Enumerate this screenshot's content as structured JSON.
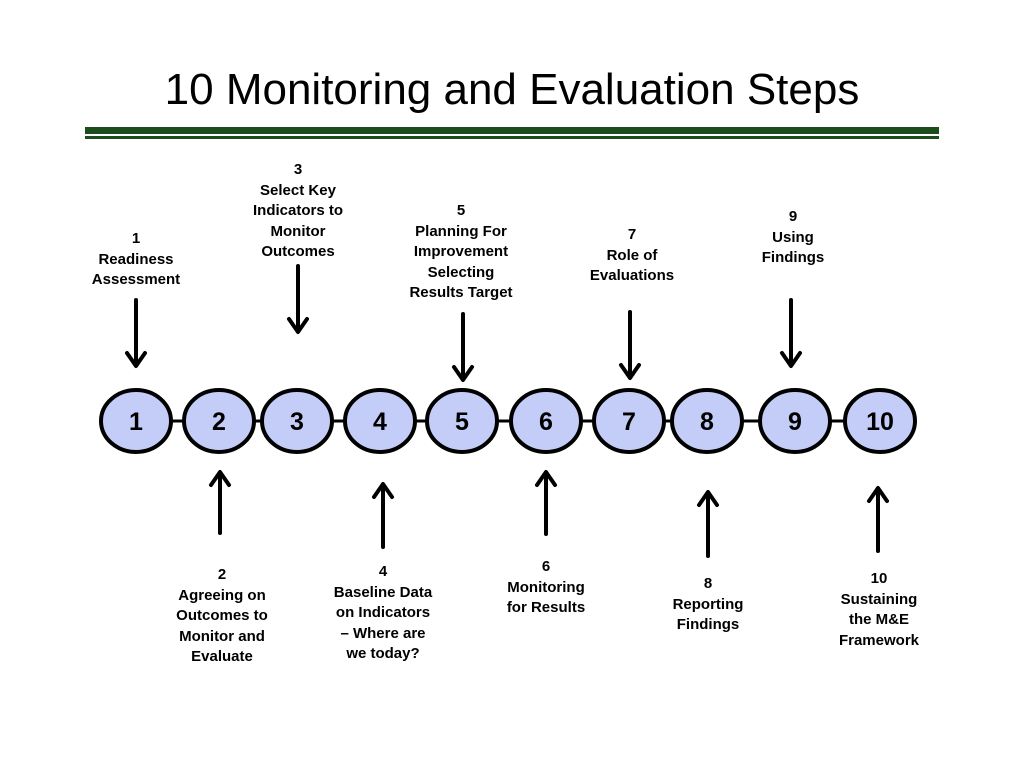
{
  "title": "10 Monitoring and Evaluation Steps",
  "colors": {
    "node_fill": "#c4cdf7",
    "node_stroke": "#000000",
    "rule": "#1d4d1d"
  },
  "steps": [
    {
      "number": "1",
      "label_lines": [
        "1",
        "Readiness",
        "Assessment"
      ],
      "position": "above"
    },
    {
      "number": "2",
      "label_lines": [
        "2",
        "Agreeing on",
        "Outcomes to",
        "Monitor and",
        "Evaluate"
      ],
      "position": "below"
    },
    {
      "number": "3",
      "label_lines": [
        "3",
        "Select Key",
        "Indicators to",
        "Monitor",
        "Outcomes"
      ],
      "position": "above"
    },
    {
      "number": "4",
      "label_lines": [
        "4",
        "Baseline Data",
        "on Indicators",
        "– Where are",
        "we today?"
      ],
      "position": "below"
    },
    {
      "number": "5",
      "label_lines": [
        "5",
        "Planning For",
        "Improvement",
        "Selecting",
        "Results Target"
      ],
      "position": "above"
    },
    {
      "number": "6",
      "label_lines": [
        "6",
        "Monitoring",
        "for Results"
      ],
      "position": "below"
    },
    {
      "number": "7",
      "label_lines": [
        "7",
        "Role of",
        "Evaluations"
      ],
      "position": "above"
    },
    {
      "number": "8",
      "label_lines": [
        "8",
        "Reporting",
        "Findings"
      ],
      "position": "below"
    },
    {
      "number": "9",
      "label_lines": [
        "9",
        "Using",
        "Findings"
      ],
      "position": "above"
    },
    {
      "number": "10",
      "label_lines": [
        "10",
        "Sustaining",
        "the M&E",
        "Framework"
      ],
      "position": "below"
    }
  ]
}
